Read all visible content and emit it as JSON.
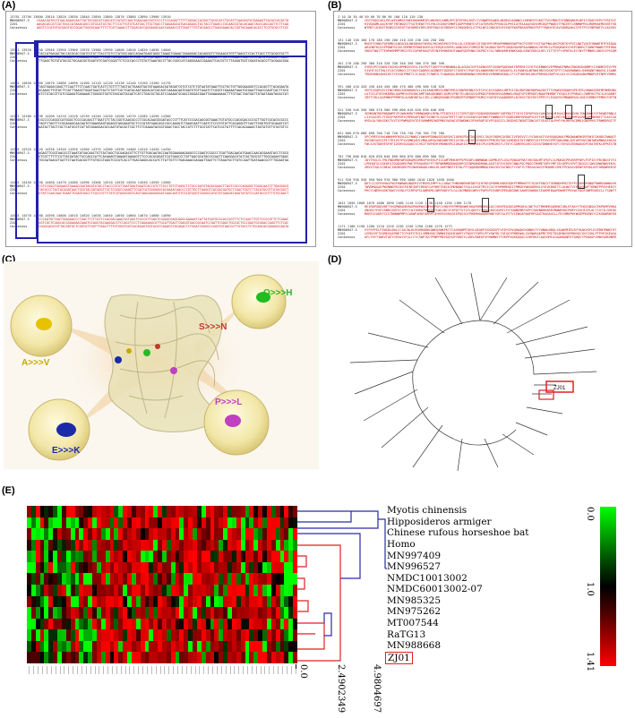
{
  "panels": {
    "a": {
      "label": "(A)"
    },
    "b": {
      "label": "(B)"
    },
    "c": {
      "label": "(C)"
    },
    "d": {
      "label": "(D)"
    },
    "e": {
      "label": "(E)"
    }
  },
  "panel_a": {
    "seq_names": [
      "MN908947.3",
      "ZJ01",
      "Consensus"
    ],
    "rulers": [
      "13781 13790    13800    13810    13820    13830    13840    13850    13860    13870    13880    13890    13900 13910",
      "13911 13920    13930  13940    13950    13960    13970    13980    13990    14000    14010    14020    14030    14040",
      "14041 14050    14060    14070    14080    14090    14100    14110    14120    14130    14140    14150    14160    14170",
      "14171 14180    14190    14200    14210    14220    14230    14240    14250    14260    14270    14280    14290    14300",
      "14301 14310    14320    14330    14340    14350    14360    14370    14380    14390    14400    14410    14420    14430",
      "14431 14440    14450    14460    14470    14480    14490    14500    14510    14520    14530    14540    14550    14560",
      "14561 14570    14580    14590    14600    14610    14620    14630    14640    14650    14660    14670    14680    14690"
    ]
  },
  "panel_b": {
    "seq_names": [
      "MN908947.3",
      "ZJ01",
      "Consensus"
    ],
    "rulers": [
      "1        10        20        30        40        50        60        70        80        90       100       110       120       130",
      "131      140       150       160       170       180       190       200       210       220       230       240       250       260",
      "261      270       280       290       300       310       320       330       340       350       360       370       380       390",
      "391      400       410       420       430       440       450       460       470       480       490       500       510       520",
      "521      530       540       550       560       570       580       590       600       610       620       630       640       650",
      "651      660       670       680       690       700       710       720       730       740       750       760       770       780",
      "781      790       800       810       820       830       840       850       860       870       880       890       900       910",
      "911      920       930       940       950       960       970       980       990      1000      1010      1020      1030      1040",
      "1041    1050      1060      1070      1080      1090      1100      1110      1120      1130      1140      1150      1160      1170",
      "1171    1180      1190      1200      1210      1220      1230      1240      1250      1260      1270   1273"
    ]
  },
  "panel_c": {
    "mutations": [
      {
        "label": "Q>>>H",
        "color": "#22bb22"
      },
      {
        "label": "S>>>N",
        "color": "#c0392b"
      },
      {
        "label": "A>>>V",
        "color": "#c8a800"
      },
      {
        "label": "E>>>K",
        "color": "#1a2aa8"
      },
      {
        "label": "P>>>L",
        "color": "#c040c0"
      }
    ]
  },
  "panel_d": {
    "highlight_label": "ZJ01",
    "highlight_color": "#dd2222"
  },
  "panel_e": {
    "rows": [
      "Myotis chinensis",
      "Hipposideros armiger",
      "Chinese rufous horseshoe bat",
      "Homo",
      "MN997409",
      "MN996527",
      "NMDC10013002",
      "NMDC60013002-07",
      "MN985325",
      "MN975262",
      "MT007544",
      "RaTG13",
      "MN988668",
      "ZJ01"
    ],
    "scale_ticks": [
      "0.0",
      "2.4902349",
      "4.9804697"
    ],
    "colorbar": {
      "ticks": [
        "0.0",
        "1.0",
        "1.41"
      ],
      "top_color": "#00ff00",
      "mid_color": "#000000",
      "bottom_color": "#ff0000"
    },
    "dendro_colors": {
      "upper": "#2a2aa8",
      "lower": "#dd2222"
    }
  }
}
